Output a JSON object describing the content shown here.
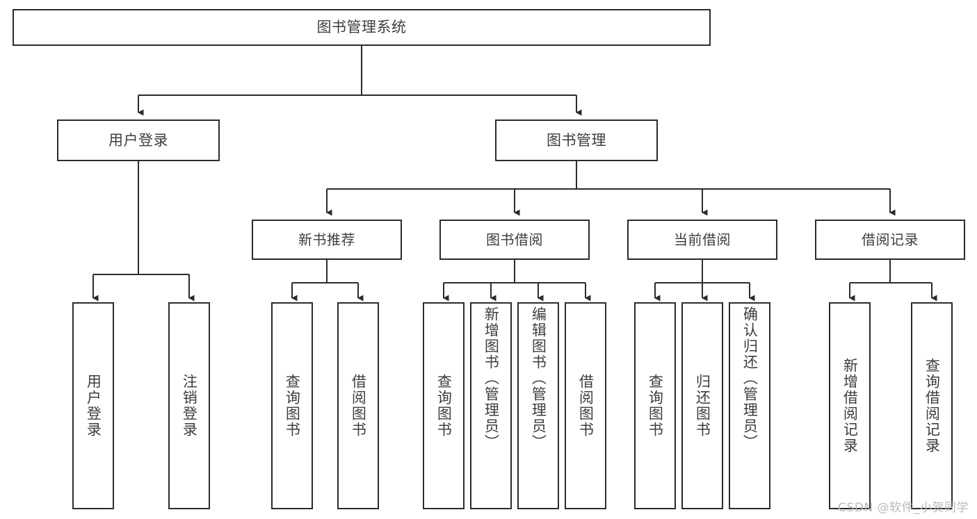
{
  "diagram": {
    "title": "图书管理系统",
    "watermark": "CSDN @软件_小贺同学",
    "accent_color": "#2b2b2b",
    "background_color": "#ffffff",
    "text_color": "#3d3d3d",
    "root": {
      "label": "图书管理系统"
    },
    "level2": [
      {
        "label": "用户登录"
      },
      {
        "label": "图书管理"
      }
    ],
    "level3": [
      {
        "label": "新书推荐"
      },
      {
        "label": "图书借阅"
      },
      {
        "label": "当前借阅"
      },
      {
        "label": "借阅记录"
      }
    ],
    "leaves": {
      "user_login": [
        {
          "label": "用户登录"
        },
        {
          "label": "注销登录"
        }
      ],
      "new_book_recommend": [
        {
          "label": "查询图书"
        },
        {
          "label": "借阅图书"
        }
      ],
      "book_borrow": [
        {
          "label": "查询图书"
        },
        {
          "label": "新增图书（管理员）"
        },
        {
          "label": "编辑图书（管理员）"
        },
        {
          "label": "借阅图书"
        }
      ],
      "current_borrow": [
        {
          "label": "查询图书"
        },
        {
          "label": "归还图书"
        },
        {
          "label": "确认归还（管理员）"
        }
      ],
      "borrow_records": [
        {
          "label": "新增借阅记录"
        },
        {
          "label": "查询借阅记录"
        }
      ]
    }
  }
}
